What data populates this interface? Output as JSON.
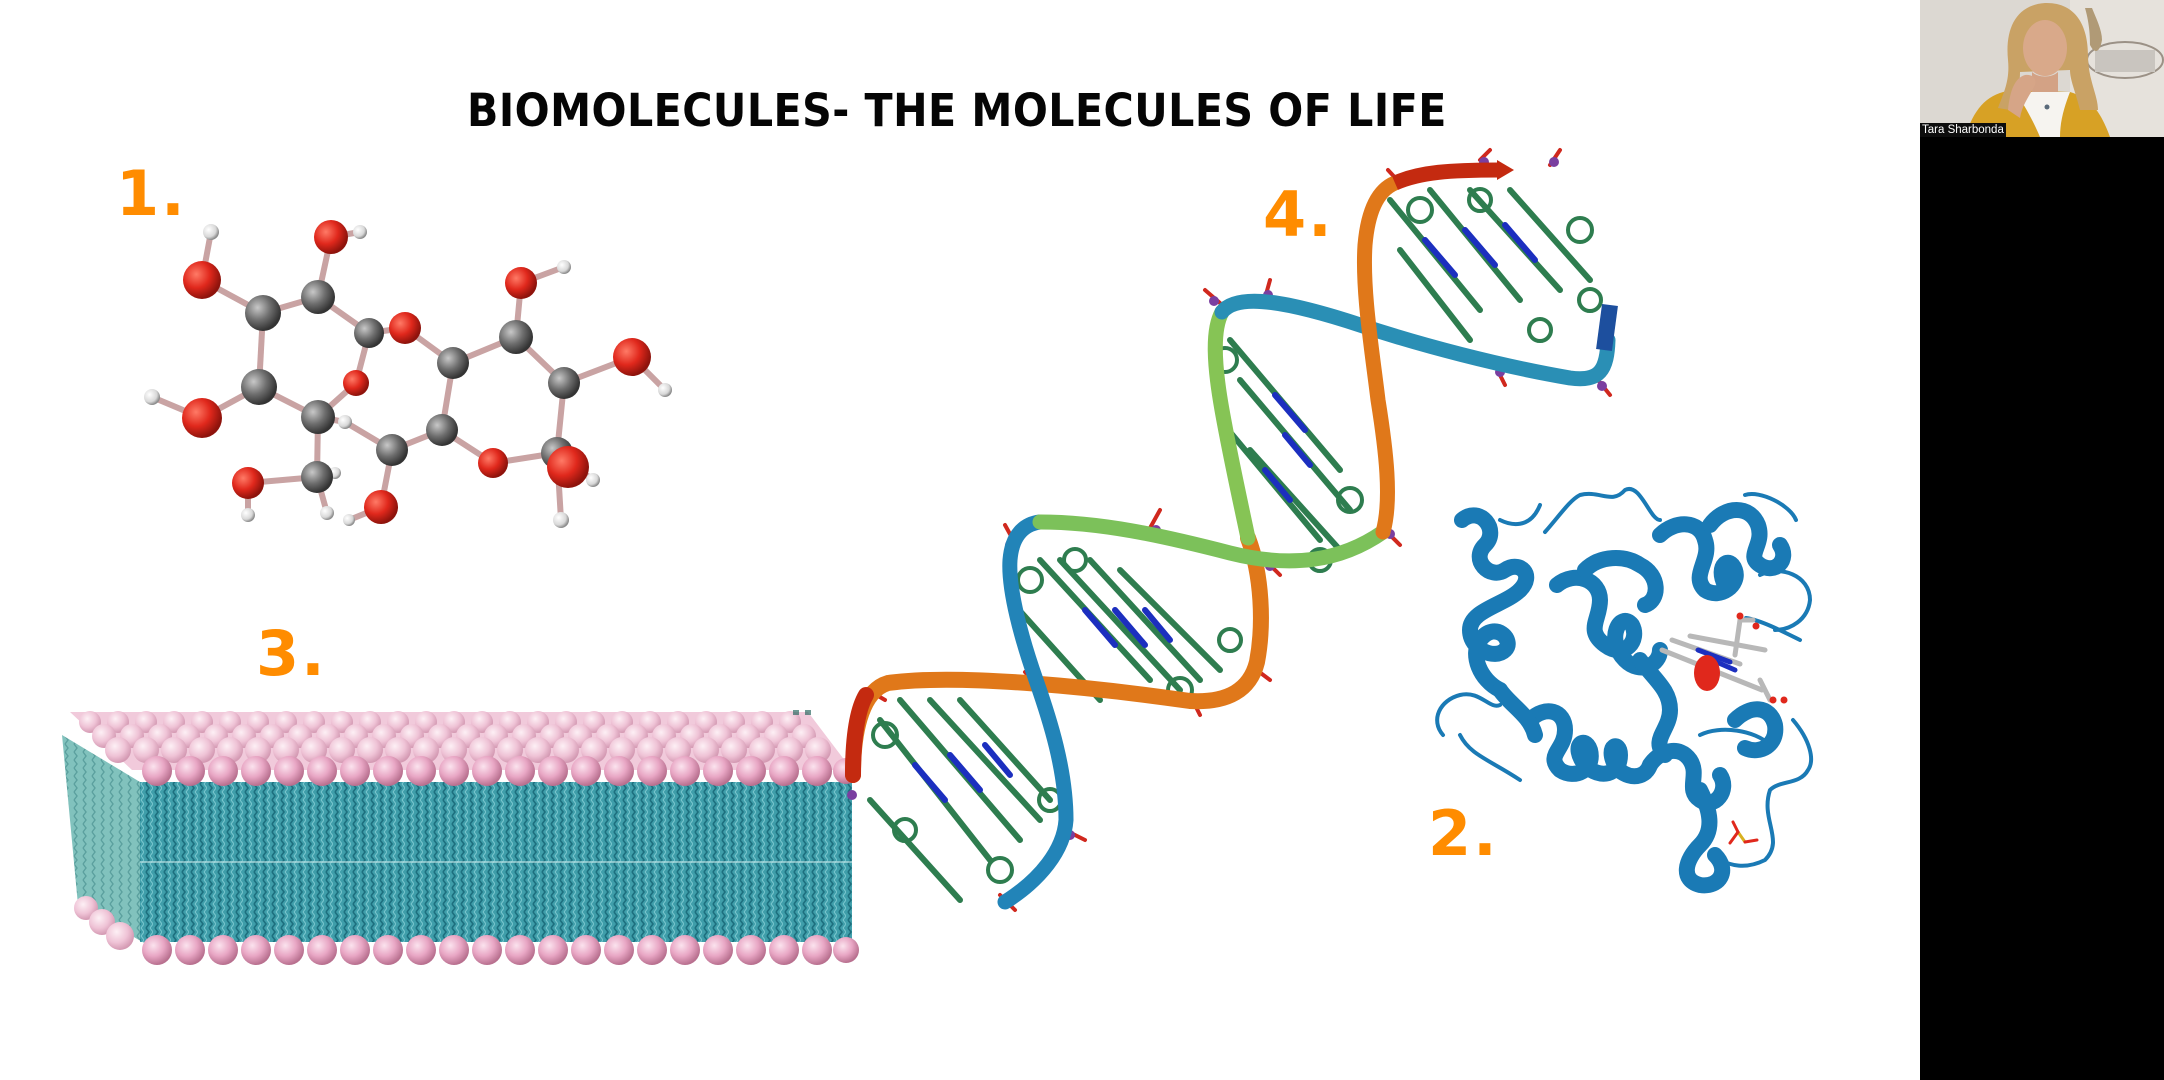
{
  "slide": {
    "title": "BIOMOLECULES- THE MOLECULES OF LIFE",
    "background": "#ffffff",
    "label_color": "#ff8c00",
    "figures": [
      {
        "number": "1.",
        "subject": "carbohydrate-disaccharide-ball-and-stick"
      },
      {
        "number": "2.",
        "subject": "protein-myoglobin-ribbon"
      },
      {
        "number": "3.",
        "subject": "lipid-bilayer-membrane"
      },
      {
        "number": "4.",
        "subject": "nucleic-acid-dna-double-helix"
      }
    ],
    "colors": {
      "oxygen": "#e0281c",
      "carbon": "#6e6e6e",
      "hydrogen": "#e8e8e8",
      "lipid_head": "#e8a6c4",
      "lipid_tail": "#3c9aa6",
      "protein_ribbon": "#1a7ab5",
      "dna_base": "#2e7d4f",
      "dna_nitrogen": "#1c2fbf",
      "dna_phosphate": "#7a3fa0"
    }
  },
  "video": {
    "participant_name": "Tara Sharbonda",
    "panel_background": "#000000"
  }
}
